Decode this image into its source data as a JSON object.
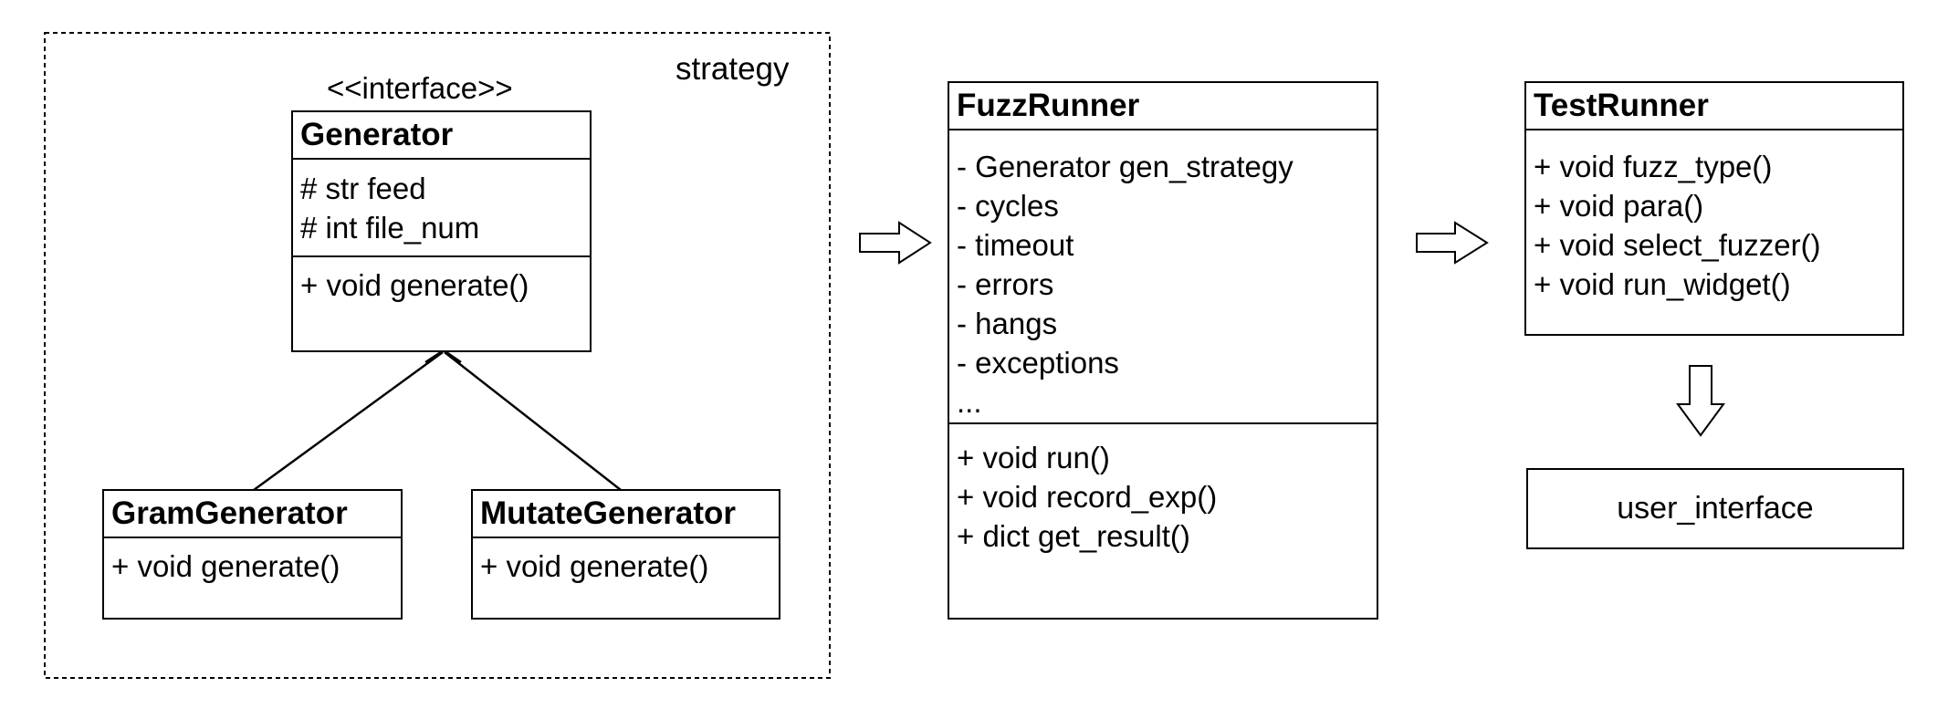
{
  "strategy_group": {
    "label": "strategy",
    "stereotype": "<<interface>>",
    "interface": {
      "name": "Generator",
      "attributes": [
        "# str feed",
        "# int file_num"
      ],
      "methods": [
        "+ void generate()"
      ]
    },
    "implementations": [
      {
        "name": "GramGenerator",
        "methods": [
          "+ void generate()"
        ]
      },
      {
        "name": "MutateGenerator",
        "methods": [
          "+ void generate()"
        ]
      }
    ]
  },
  "fuzz_runner": {
    "name": "FuzzRunner",
    "attributes": [
      "- Generator gen_strategy",
      "- cycles",
      "- timeout",
      "- errors",
      "- hangs",
      "- exceptions",
      "..."
    ],
    "methods": [
      "+ void run()",
      "+ void record_exp()",
      "+ dict get_result()"
    ]
  },
  "test_runner": {
    "name": "TestRunner",
    "methods": [
      "+ void fuzz_type()",
      "+ void para()",
      "+ void select_fuzzer()",
      "+ void run_widget()"
    ]
  },
  "user_interface": {
    "label": "user_interface"
  }
}
